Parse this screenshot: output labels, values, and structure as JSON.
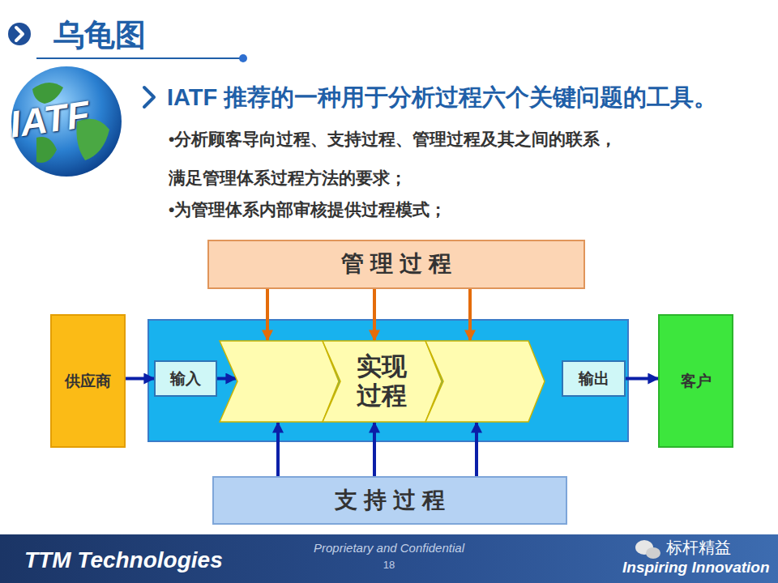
{
  "diagram": {
    "title": "乌龟图",
    "nodes": [
      {
        "text": [
          "管 理 过 程"
        ]
      },
      {
        "text": [
          "供应商"
        ]
      },
      {
        "text": [
          "输入"
        ]
      },
      {
        "text": [
          "实现 过程"
        ]
      },
      {
        "text": [
          "输出"
        ]
      },
      {
        "text": [
          "客户"
        ]
      },
      {
        "text": [
          "支 持 过 程"
        ]
      }
    ],
    "edges": [
      {
        "from": 1,
        "to": 2,
        "arrow": "to"
      },
      {
        "from": 2,
        "to": 3,
        "arrow": "to"
      },
      {
        "from": 4,
        "to": 5,
        "arrow": "to"
      },
      {
        "from": 0,
        "to": 3,
        "arrow": "to"
      },
      {
        "from": 0,
        "to": 3,
        "arrow": "to"
      },
      {
        "from": 0,
        "to": 3,
        "arrow": "to"
      },
      {
        "from": 6,
        "to": 3,
        "arrow": "to"
      },
      {
        "from": 6,
        "to": 3,
        "arrow": "to"
      },
      {
        "from": 6,
        "to": 3,
        "arrow": "to"
      }
    ],
    "labels": [
      "IATF 推荐的一种用于分析过程六个关键问题的工具。",
      "•分析顾客导向过程、支持过程、管理过程及其之间的联系， 满足管理体系过程方法的要求；",
      "•为管理体系内部审核提供过程模式；",
      "IATF",
      "TTM Technologies",
      "Proprietary and Confidential",
      "18",
      "标杆精益",
      "Inspiring Innovation"
    ]
  }
}
